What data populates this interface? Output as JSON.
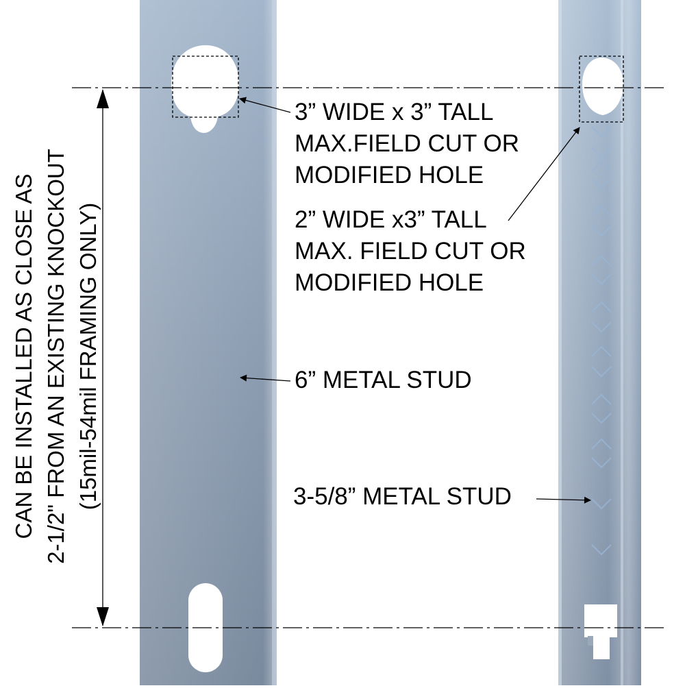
{
  "labels": {
    "hole_3in": [
      "3” WIDE x 3” TALL",
      "MAX.FIELD CUT OR",
      "MODIFIED HOLE"
    ],
    "hole_2in": [
      "2” WIDE x3” TALL",
      "MAX. FIELD CUT OR",
      "MODIFIED HOLE"
    ],
    "stud_6in": "6” METAL STUD",
    "stud_358": "3-5/8” METAL STUD"
  },
  "vertical_note": [
    "CAN BE INSTALLED AS CLOSE AS",
    "2-1/2\" FROM AN EXISTING KNOCKOUT",
    "(15mil-54mil FRAMING ONLY)"
  ],
  "colors": {
    "stud_light": "#9fb3c8",
    "stud_mid": "#8799ae",
    "stud_dark": "#76859a",
    "line": "#000000",
    "punch": "#9ab6d4"
  }
}
